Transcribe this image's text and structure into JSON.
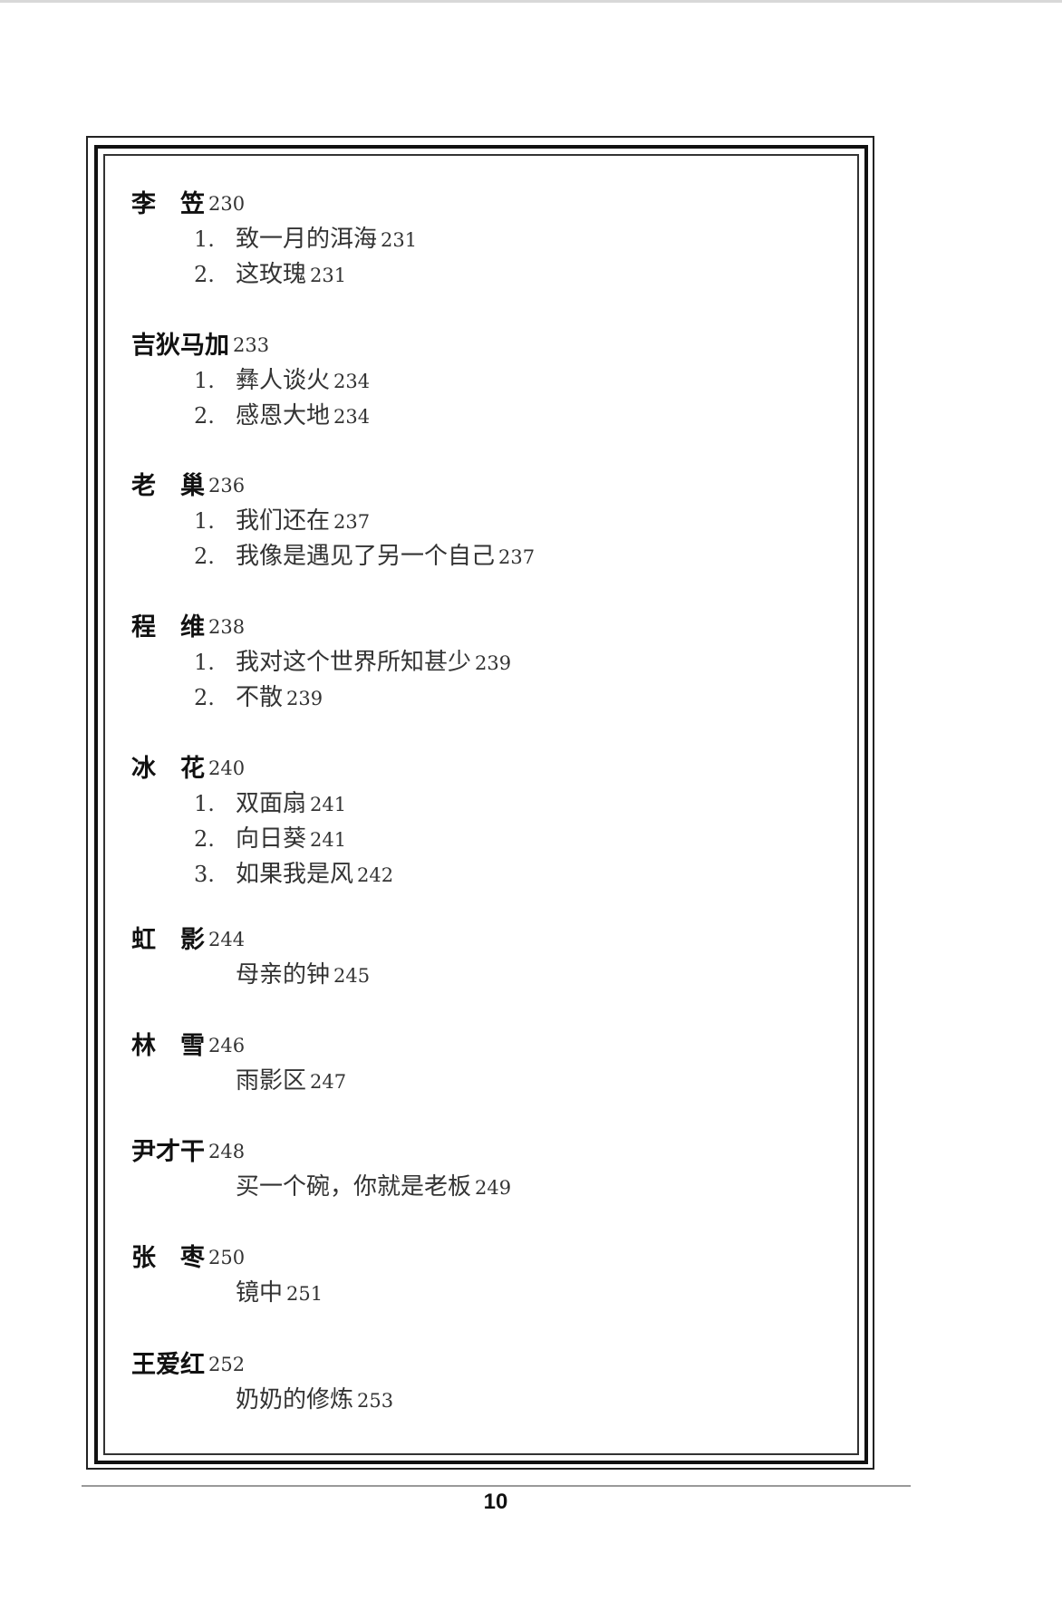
{
  "entries": [
    {
      "author": "李笠",
      "page": "230",
      "items": [
        {
          "num": "1.",
          "title": "致一月的洱海",
          "page": "231"
        },
        {
          "num": "2.",
          "title": "这玫瑰",
          "page": "231"
        }
      ]
    },
    {
      "author": "吉狄马加",
      "page": "233",
      "items": [
        {
          "num": "1.",
          "title": "彝人谈火",
          "page": "234"
        },
        {
          "num": "2.",
          "title": "感恩大地",
          "page": "234"
        }
      ]
    },
    {
      "author": "老巢",
      "page": "236",
      "items": [
        {
          "num": "1.",
          "title": "我们还在",
          "page": "237"
        },
        {
          "num": "2.",
          "title": "我像是遇见了另一个自己",
          "page": "237"
        }
      ]
    },
    {
      "author": "程维",
      "page": "238",
      "items": [
        {
          "num": "1.",
          "title": "我对这个世界所知甚少",
          "page": "239"
        },
        {
          "num": "2.",
          "title": "不散",
          "page": "239"
        }
      ]
    },
    {
      "author": "冰花",
      "page": "240",
      "items": [
        {
          "num": "1.",
          "title": "双面扇",
          "page": "241"
        },
        {
          "num": "2.",
          "title": "向日葵",
          "page": "241"
        },
        {
          "num": "3.",
          "title": "如果我是风",
          "page": "242"
        }
      ]
    },
    {
      "author": "虹影",
      "page": "244",
      "items": [
        {
          "num": "",
          "title": "母亲的钟",
          "page": "245"
        }
      ]
    },
    {
      "author": "林雪",
      "page": "246",
      "items": [
        {
          "num": "",
          "title": "雨影区",
          "page": "247"
        }
      ]
    },
    {
      "author": "尹才干",
      "page": "248",
      "items": [
        {
          "num": "",
          "title": "买一个碗，你就是老板",
          "page": "249"
        }
      ]
    },
    {
      "author": "张枣",
      "page": "250",
      "items": [
        {
          "num": "",
          "title": "镜中",
          "page": "251"
        }
      ]
    },
    {
      "author": "王爱红",
      "page": "252",
      "items": [
        {
          "num": "",
          "title": "奶奶的修炼",
          "page": "253"
        }
      ]
    }
  ],
  "page_number": "10"
}
